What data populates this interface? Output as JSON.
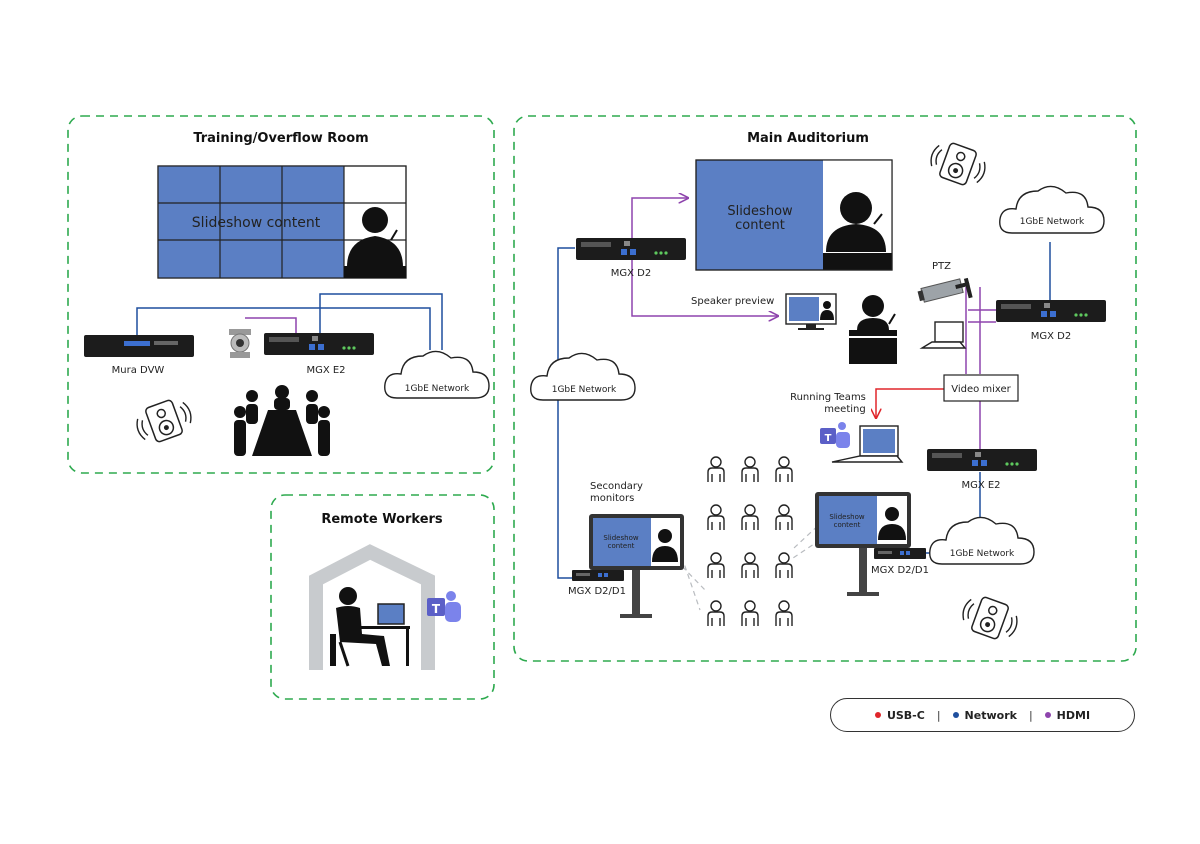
{
  "zones": {
    "training": "Training/Overflow Room",
    "remote": "Remote Workers",
    "main": "Main Auditorium"
  },
  "training": {
    "videowall_text": "Slideshow content",
    "mura": "Mura DVW",
    "mgx_e2": "MGX E2",
    "network": "1GbE Network"
  },
  "main": {
    "screen_text_1": "Slideshow",
    "screen_text_2": "content",
    "mgx_d2_left": "MGX D2",
    "speaker_preview": "Speaker preview",
    "network_left": "1GbE Network",
    "network_top": "1GbE Network",
    "network_bottom": "1GbE Network",
    "ptz": "PTZ",
    "mgx_d2_right": "MGX D2",
    "video_mixer": "Video mixer",
    "teams_1": "Running Teams",
    "teams_2": "meeting",
    "mgx_e2": "MGX E2",
    "secondary_1": "Secondary",
    "secondary_2": "monitors",
    "mgx_d2d1_left": "MGX D2/D1",
    "mgx_d2d1_right": "MGX D2/D1",
    "mini_slideshow_1": "Slideshow",
    "mini_slideshow_2": "content"
  },
  "legend": {
    "usbc": "USB-C",
    "network": "Network",
    "hdmi": "HDMI",
    "sep": "|"
  },
  "colors": {
    "zone_border": "#2eaa4f",
    "network": "#1f4f9e",
    "hdmi": "#8e44ad",
    "usbc": "#e0262b",
    "screen_blue": "#5b7fc4",
    "device_dark": "#1c1c1c"
  }
}
